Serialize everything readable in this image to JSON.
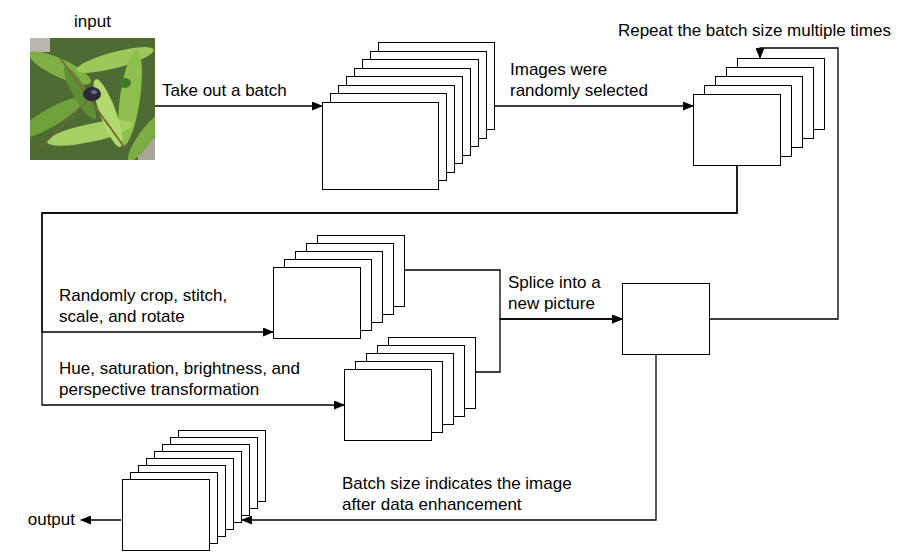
{
  "diagram": {
    "nodes": [
      {
        "text": [
          "input"
        ]
      },
      {
        "text": []
      },
      {
        "text": []
      },
      {
        "text": []
      },
      {
        "text": []
      },
      {
        "text": []
      },
      {
        "text": []
      }
    ],
    "edges": [
      {
        "from": 0,
        "to": 1,
        "arrow": "to",
        "label": "Take out a batch"
      },
      {
        "from": 1,
        "to": 2,
        "arrow": "to",
        "label": "Images were randomly selected"
      },
      {
        "from": 2,
        "to": 3,
        "arrow": "to",
        "label": "Randomly crop, stitch, scale, and rotate"
      },
      {
        "from": 2,
        "to": 4,
        "arrow": "to",
        "label": "Hue, saturation, brightness, and perspective transformation"
      },
      {
        "from": 3,
        "to": 5,
        "arrow": "to",
        "label": "Splice into a new picture"
      },
      {
        "from": 4,
        "to": 5,
        "arrow": "to"
      },
      {
        "from": 5,
        "to": 2,
        "arrow": "to",
        "label": "Repeat the batch size multiple times"
      },
      {
        "from": 5,
        "to": 6,
        "arrow": "to",
        "label": "Batch size indicates the image after data enhancement"
      }
    ],
    "labels": [
      "output"
    ]
  }
}
